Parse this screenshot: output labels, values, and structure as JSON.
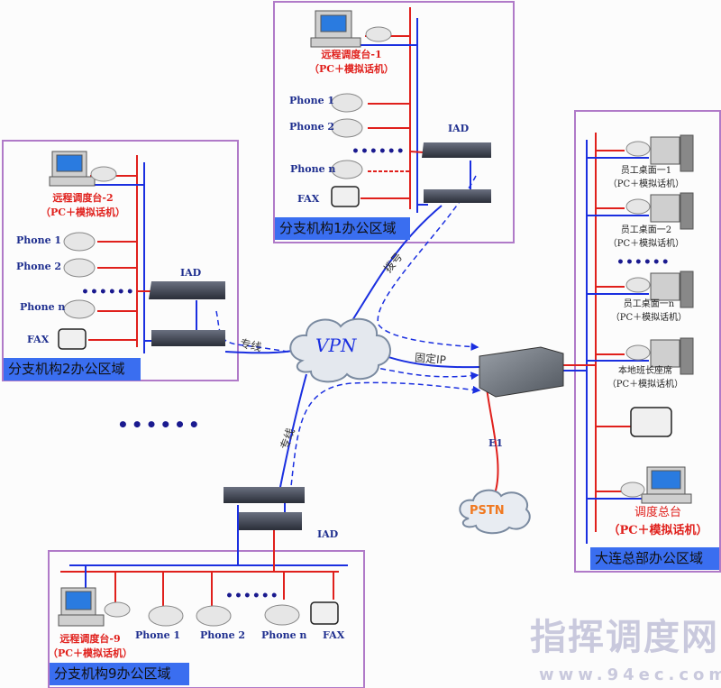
{
  "colors": {
    "region_border": "#b07ac8",
    "area_label_bg": "#3a6ef0",
    "analog_line": "#e0201c",
    "data_line": "#1a2fe0",
    "vpn_text": "#1a2fe0",
    "pstn_text": "#f07820"
  },
  "branch1": {
    "area": "分支机构1办公区域",
    "console": "远程调度台-1",
    "console_sub": "（PC＋模拟话机）",
    "phones": [
      "Phone  1",
      "Phone  2",
      "Phone  n"
    ],
    "dots": "••••••",
    "fax": "FAX",
    "iad": "IAD"
  },
  "branch2": {
    "area": "分支机构2办公区域",
    "console": "远程调度台-2",
    "console_sub": "（PC＋模拟话机）",
    "phones": [
      "Phone  1",
      "Phone  2",
      "Phone  n"
    ],
    "dots": "••••••",
    "fax": "FAX",
    "iad": "IAD"
  },
  "branch9": {
    "area": "分支机构9办公区域",
    "console": "远程调度台-9",
    "console_sub": "（PC＋模拟话机）",
    "phones": [
      "Phone  1",
      "Phone  2",
      "Phone  n"
    ],
    "dots": "••••••",
    "fax": "FAX",
    "iad": "IAD"
  },
  "hq": {
    "area": "大连总部办公区域",
    "desks": [
      {
        "name": "员工桌面一1",
        "sub": "（PC＋模拟话机）"
      },
      {
        "name": "员工桌面一2",
        "sub": "（PC＋模拟话机）"
      },
      {
        "name": "员工桌面一n",
        "sub": "（PC＋模拟话机）"
      },
      {
        "name": "本地班长座席",
        "sub": "（PC＋模拟话机）"
      }
    ],
    "dots": "••••••",
    "main_console": "调度总台",
    "main_console_sub": "（PC＋模拟话机）"
  },
  "network": {
    "vpn": "VPN",
    "pstn": "PSTN",
    "e1": "E1",
    "fixed_ip": "固定IP",
    "leased_line_left": "专线",
    "leased_line_bottom": "专线",
    "dialup": "拨号",
    "more_branches": "••••••"
  },
  "watermark": {
    "title": "指挥调度网",
    "url": "www.94ec.com"
  }
}
